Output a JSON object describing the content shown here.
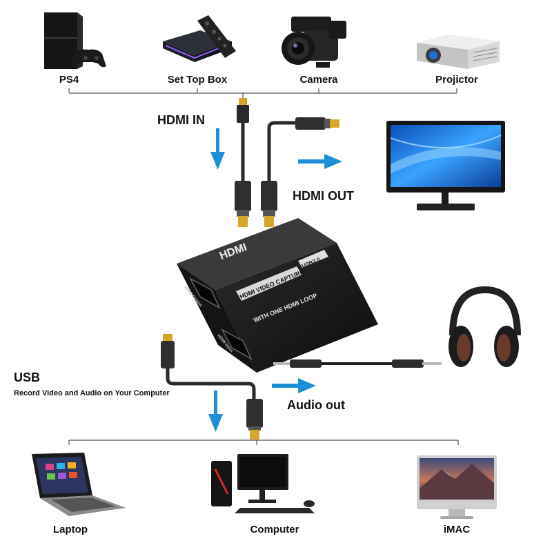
{
  "sources": [
    {
      "label": "PS4",
      "icon": "ps4-console-icon"
    },
    {
      "label": "Set Top Box",
      "icon": "set-top-box-icon"
    },
    {
      "label": "Camera",
      "icon": "camera-icon"
    },
    {
      "label": "Projictor",
      "icon": "projector-icon"
    }
  ],
  "hdmi_in_label": "HDMI IN",
  "hdmi_out_label": "HDMI OUT",
  "usb_label": "USB",
  "usb_caption": "Record Video and Audio on Your Computer",
  "audio_out_label": "Audio out",
  "device": {
    "brand": "HDMI",
    "title": "HDMI VIDEO CAPTURE",
    "usb_badge": "USB3.0",
    "subtitle": "WITH ONE HDMI LOOP",
    "port_output": "HDMI Output",
    "port_input": "HDMI Input"
  },
  "destinations": [
    {
      "label": "Laptop",
      "icon": "laptop-icon"
    },
    {
      "label": "Computer",
      "icon": "desktop-computer-icon"
    },
    {
      "label": "iMAC",
      "icon": "imac-icon"
    }
  ],
  "colors": {
    "arrow": "#1e8fd8",
    "line": "#444444",
    "device": "#1b1b1b",
    "cable": "#2a2a2a",
    "gold": "#d4a72c"
  }
}
